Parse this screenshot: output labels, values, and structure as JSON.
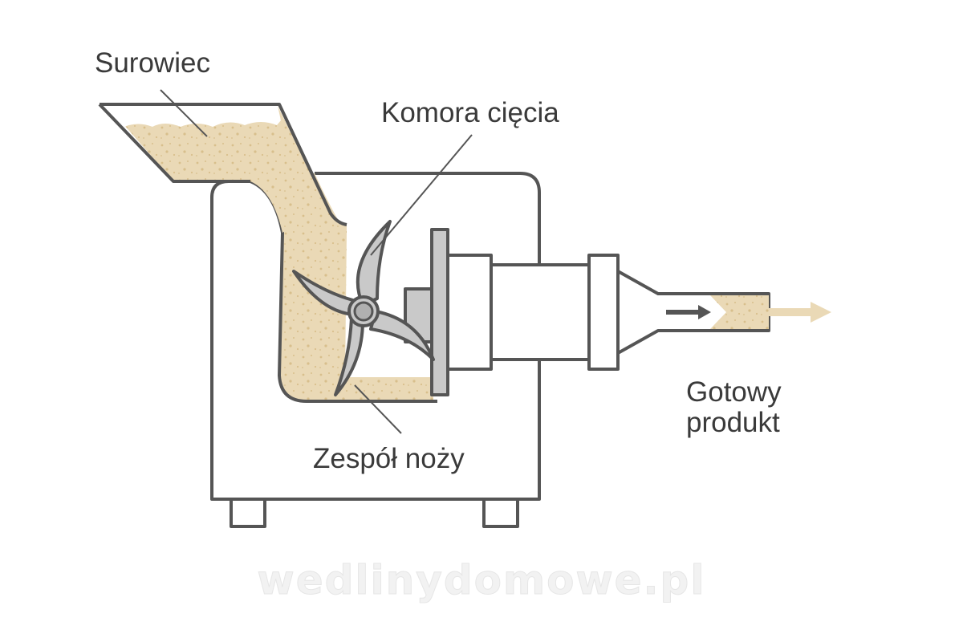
{
  "labels": {
    "raw_material": "Surowiec",
    "cutting_chamber": "Komora cięcia",
    "knife_assembly": "Zespół noży",
    "finished_product_line1": "Gotowy",
    "finished_product_line2": "produkt"
  },
  "watermark": "wedlinydomowe.pl",
  "colors": {
    "outline": "#555555",
    "metal": "#c9c9c9",
    "meat": "#ead9b6",
    "meat_speckle": "#d8bf8c",
    "text": "#3a3a3a"
  }
}
